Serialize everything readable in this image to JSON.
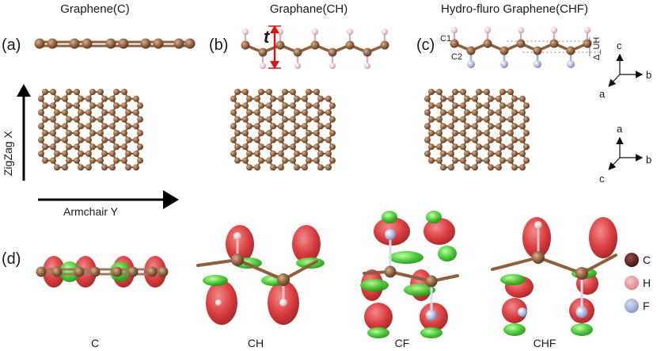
{
  "headers": {
    "graphene": "Graphene(C)",
    "graphane": "Graphane(CH)",
    "hydro_fluoro": "Hydro-fluro Graphene(CHF)"
  },
  "panel_labels": {
    "a": "(a)",
    "b": "(b)",
    "c": "(c)",
    "d": "(d)"
  },
  "annotations": {
    "thickness": "t",
    "atom_c1": "C1",
    "atom_c2": "C2",
    "buckling": "Δ_UH"
  },
  "axes": {
    "zigzag": "ZigZag  X",
    "armchair": "Armchair  Y",
    "side_c": "c",
    "side_b": "b",
    "side_a": "a",
    "top_a": "a",
    "top_b": "b",
    "top_c": "c"
  },
  "legend": [
    {
      "label": "C",
      "color": "#5c1f1f"
    },
    {
      "label": "H",
      "color": "#e69a98"
    },
    {
      "label": "F",
      "color": "#9fb0dd"
    }
  ],
  "bottom_labels": {
    "c": "C",
    "ch": "CH",
    "cf": "CF",
    "chf": "CHF"
  },
  "colors": {
    "carbon": "#8d5f3e",
    "hydrogen": "#e8c4c6",
    "fluorine": "#aab2d8",
    "bond": "#8d5f3e",
    "red_lobe": "#d62a2c",
    "green_lobe": "#39c428",
    "thickness_arrow": "#e01010"
  }
}
